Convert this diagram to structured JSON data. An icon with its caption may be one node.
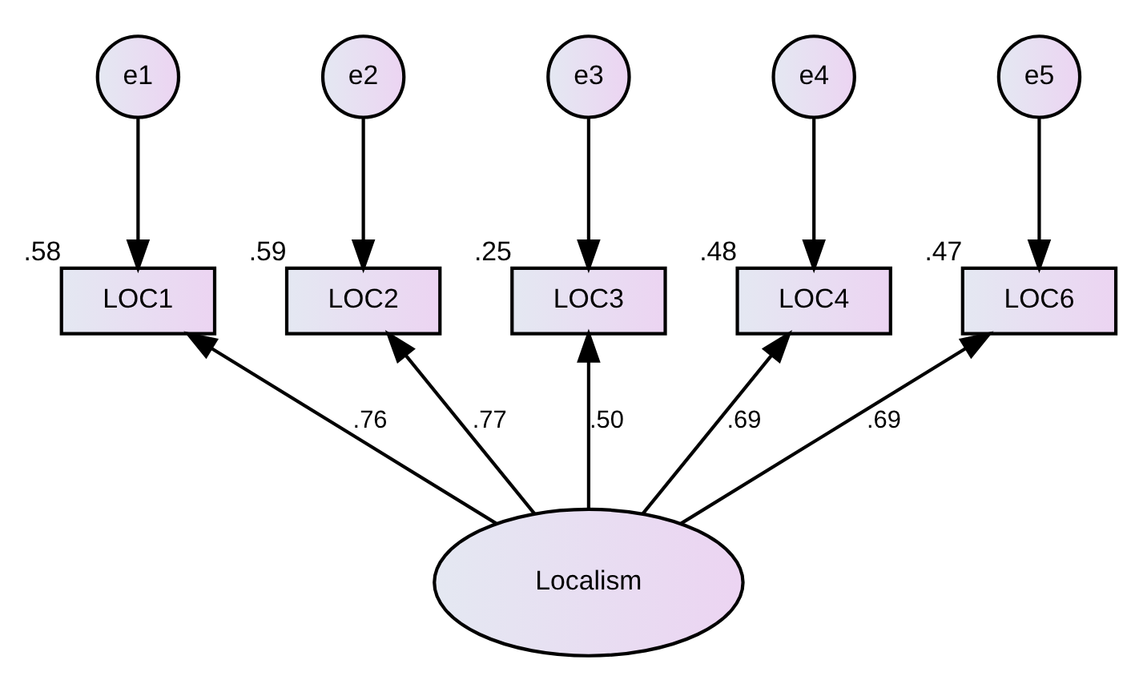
{
  "diagram": {
    "nodes": [
      {
        "text": [
          "e1"
        ]
      },
      {
        "text": [
          "e2"
        ]
      },
      {
        "text": [
          "e3"
        ]
      },
      {
        "text": [
          "e4"
        ]
      },
      {
        "text": [
          "e5"
        ]
      },
      {
        "text": [
          "LOC1"
        ],
        "beside": [
          ".58"
        ]
      },
      {
        "text": [
          "LOC2"
        ],
        "beside": [
          ".59"
        ]
      },
      {
        "text": [
          "LOC3"
        ],
        "beside": [
          ".25"
        ]
      },
      {
        "text": [
          "LOC4"
        ],
        "beside": [
          ".48"
        ]
      },
      {
        "text": [
          "LOC6"
        ],
        "beside": [
          ".47"
        ]
      },
      {
        "text": [
          "Localism"
        ]
      }
    ],
    "edges": [
      {
        "from": 0,
        "to": 5,
        "arrow": "to"
      },
      {
        "from": 1,
        "to": 6,
        "arrow": "to"
      },
      {
        "from": 2,
        "to": 7,
        "arrow": "to"
      },
      {
        "from": 3,
        "to": 8,
        "arrow": "to"
      },
      {
        "from": 4,
        "to": 9,
        "arrow": "to"
      },
      {
        "from": 10,
        "to": 5,
        "arrow": "to",
        "label": ".76"
      },
      {
        "from": 10,
        "to": 6,
        "arrow": "to",
        "label": ".77"
      },
      {
        "from": 10,
        "to": 7,
        "arrow": "to",
        "label": ".50"
      },
      {
        "from": 10,
        "to": 8,
        "arrow": "to",
        "label": ".69"
      },
      {
        "from": 10,
        "to": 9,
        "arrow": "to",
        "label": ".69"
      }
    ]
  }
}
